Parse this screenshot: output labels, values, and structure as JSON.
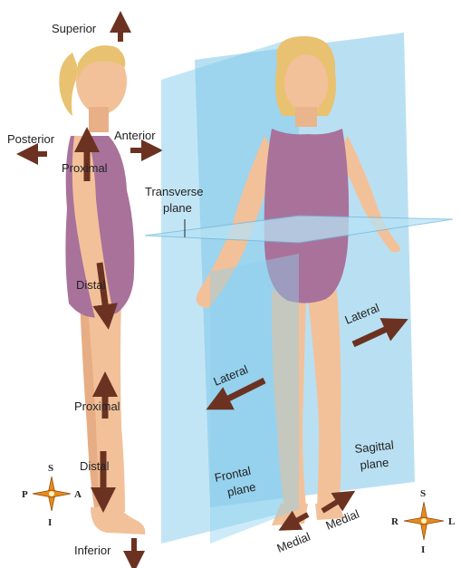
{
  "labels": {
    "superior": "Superior",
    "posterior": "Posterior",
    "anterior": "Anterior",
    "proximal_upper": "Proximal",
    "distal_upper": "Distal",
    "proximal_lower": "Proximal",
    "distal_lower": "Distal",
    "inferior": "Inferior",
    "transverse_line1": "Transverse",
    "transverse_line2": "plane",
    "lateral_right": "Lateral",
    "lateral_left": "Lateral",
    "frontal_line1": "Frontal",
    "frontal_line2": "plane",
    "sagittal_line1": "Sagittal",
    "sagittal_line2": "plane",
    "medial_left": "Medial",
    "medial_right": "Medial"
  },
  "compass_side": {
    "top": "S",
    "bottom": "I",
    "left": "P",
    "right": "A"
  },
  "compass_front": {
    "top": "S",
    "bottom": "I",
    "left": "R",
    "right": "L"
  },
  "colors": {
    "arrow": "#6b3222",
    "skin": "#f2c199",
    "skin_shade": "#d9946a",
    "swimsuit": "#a9729a",
    "hair": "#e8c271",
    "plane": "#8fd0ee",
    "compass": "#e88a1a"
  }
}
